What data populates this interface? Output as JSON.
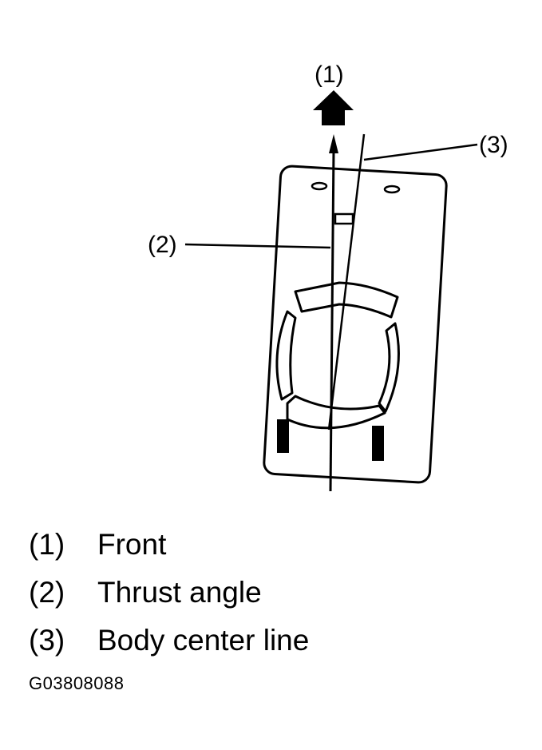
{
  "callouts": {
    "front": "(1)",
    "thrust_angle": "(2)",
    "body_center_line": "(3)"
  },
  "legend": [
    {
      "num": "(1)",
      "text": "Front"
    },
    {
      "num": "(2)",
      "text": "Thrust angle"
    },
    {
      "num": "(3)",
      "text": "Body center line"
    }
  ],
  "figure_code": "G03808088"
}
